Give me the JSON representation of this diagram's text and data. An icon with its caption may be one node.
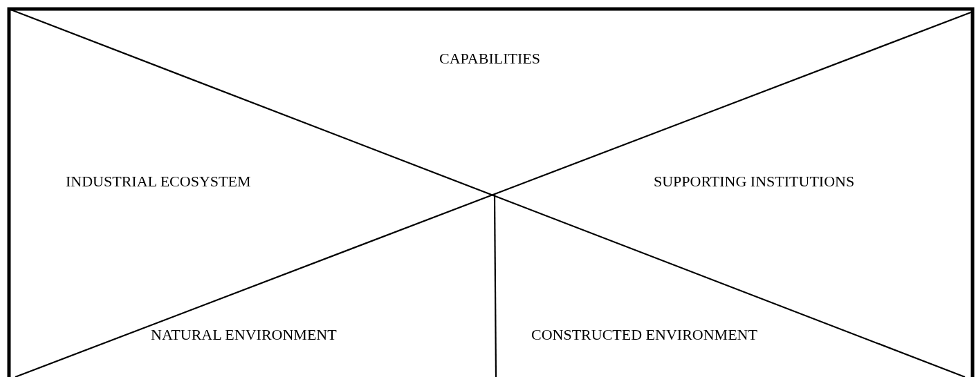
{
  "diagram": {
    "labels": [
      "CAPABILITIES",
      "INDUSTRIAL ECOSYSTEM",
      "SUPPORTING INSTITUTIONS",
      "NATURAL ENVIRONMENT",
      "CONSTRUCTED ENVIRONMENT"
    ]
  }
}
